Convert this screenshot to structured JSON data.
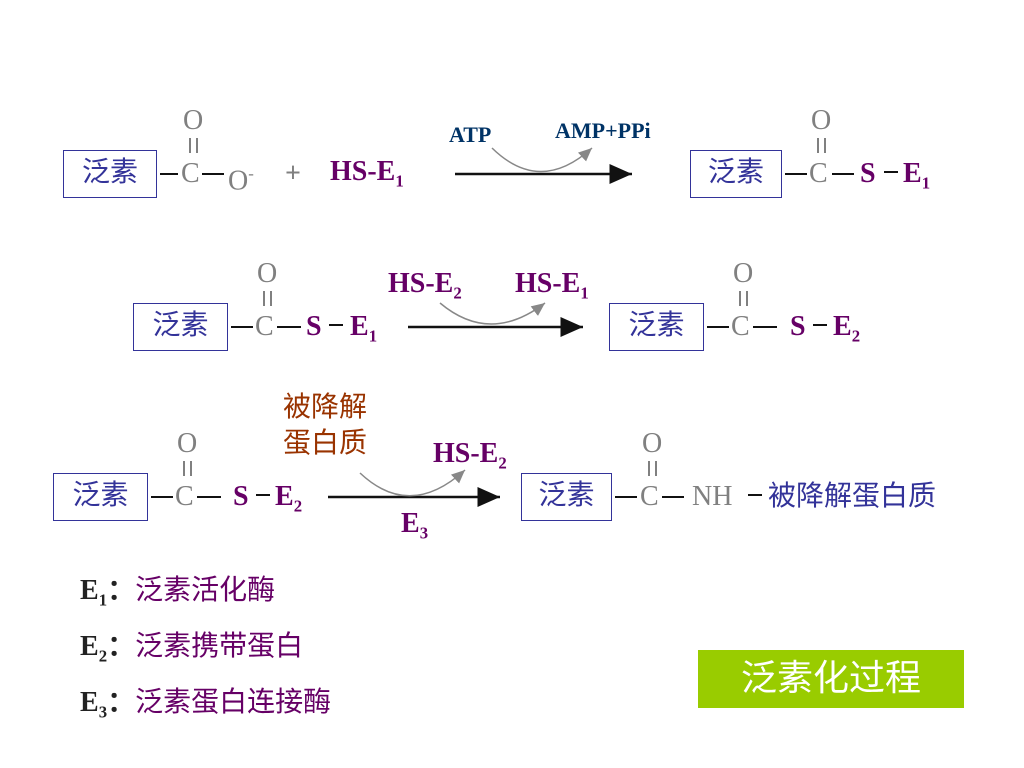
{
  "box_label": "泛素",
  "atoms": {
    "O": "O",
    "C": "C",
    "O_minus": "O",
    "minus": "-",
    "S": "S",
    "NH": "NH"
  },
  "plus": "+",
  "row1": {
    "reactant_enzyme": "HS-E",
    "reactant_enzyme_sub": "1",
    "cofactor_in": "ATP",
    "cofactor_out": "AMP+PPi",
    "product_enzyme": "E",
    "product_enzyme_sub": "1"
  },
  "row2": {
    "enzyme": "E",
    "enzyme_sub": "1",
    "cofactor_in": "HS-E",
    "cofactor_in_sub": "2",
    "cofactor_out": "HS-E",
    "cofactor_out_sub": "1",
    "product_enzyme": "E",
    "product_enzyme_sub": "2"
  },
  "row3": {
    "enzyme": "E",
    "enzyme_sub": "2",
    "substrate_line1": "被降解",
    "substrate_line2": "蛋白质",
    "cofactor_out": "HS-E",
    "cofactor_out_sub": "2",
    "catalyst": "E",
    "catalyst_sub": "3",
    "product_tail": "被降解蛋白质"
  },
  "legend": [
    {
      "sym": "E",
      "sub": "1",
      "sep": "：",
      "text": "泛素活化酶"
    },
    {
      "sym": "E",
      "sub": "2",
      "sep": "：",
      "text": "泛素携带蛋白"
    },
    {
      "sym": "E",
      "sub": "3",
      "sep": "：",
      "text": "泛素蛋白连接酶"
    }
  ],
  "title": "泛素化过程",
  "colors": {
    "box": "#333399",
    "gray": "#808080",
    "purple": "#660066",
    "navy": "#003366",
    "brown": "#993300",
    "title_bg": "#99cc00"
  }
}
